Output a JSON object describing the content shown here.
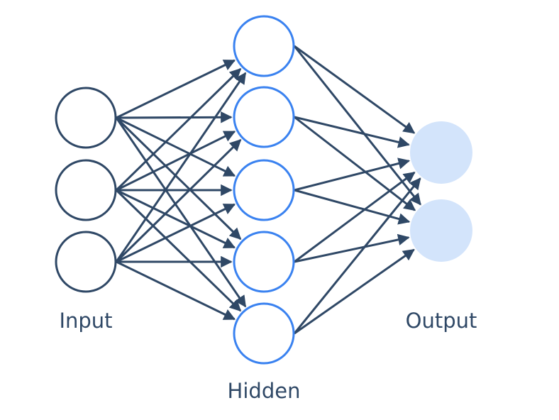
{
  "diagram": {
    "title": "Neural network",
    "colors": {
      "edge": "#2f4866",
      "input_stroke": "#2f4866",
      "hidden_stroke": "#3a82f0",
      "output_fill": "#d3e4fb",
      "label": "#2f4866",
      "background": "#ffffff"
    },
    "layers": [
      {
        "id": "input",
        "label": "Input",
        "node_count": 3,
        "style": "outline-dark"
      },
      {
        "id": "hidden",
        "label": "Hidden",
        "node_count": 5,
        "style": "outline-blue"
      },
      {
        "id": "output",
        "label": "Output",
        "node_count": 2,
        "style": "filled-light-blue"
      }
    ],
    "connections": [
      {
        "from": "input",
        "to": "hidden",
        "type": "fully-connected",
        "directed": true
      },
      {
        "from": "hidden",
        "to": "output",
        "type": "fully-connected",
        "directed": true
      }
    ]
  }
}
